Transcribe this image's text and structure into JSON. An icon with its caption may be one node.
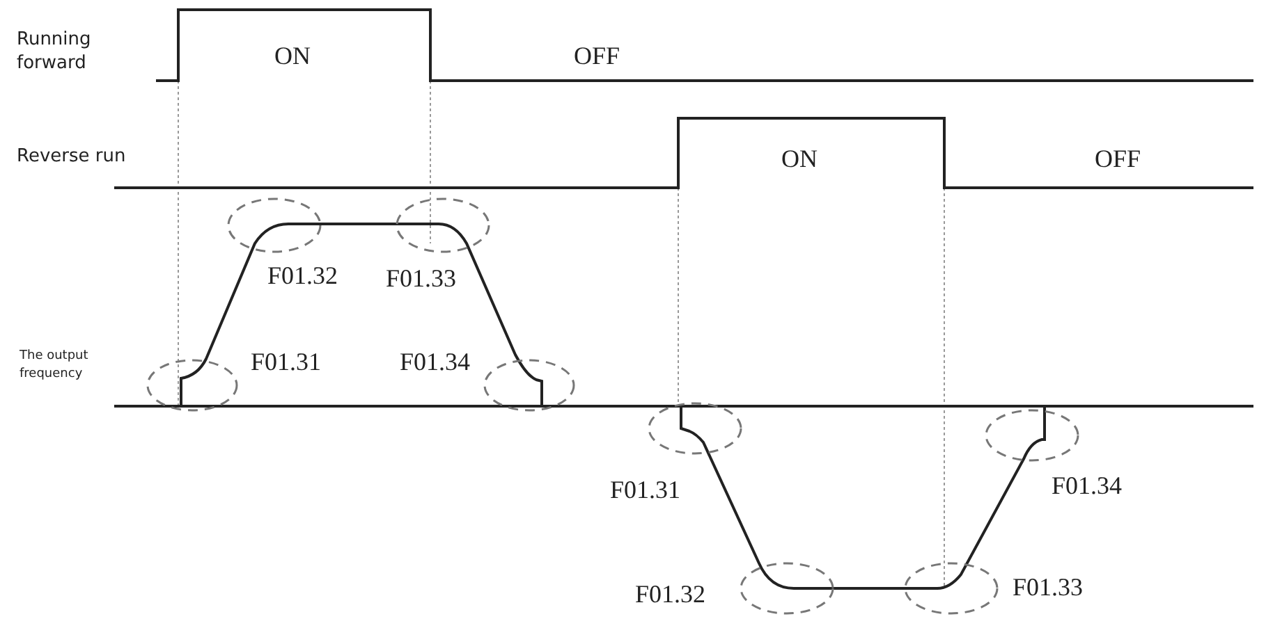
{
  "diagram": {
    "labels": [
      "Running forward",
      "ON",
      "OFF",
      "Reverse run",
      "ON",
      "OFF",
      "F01.32",
      "F01.33",
      "The output frequency",
      "F01.31",
      "F01.34",
      "F01.31",
      "F01.34",
      "F01.32",
      "F01.33"
    ]
  }
}
